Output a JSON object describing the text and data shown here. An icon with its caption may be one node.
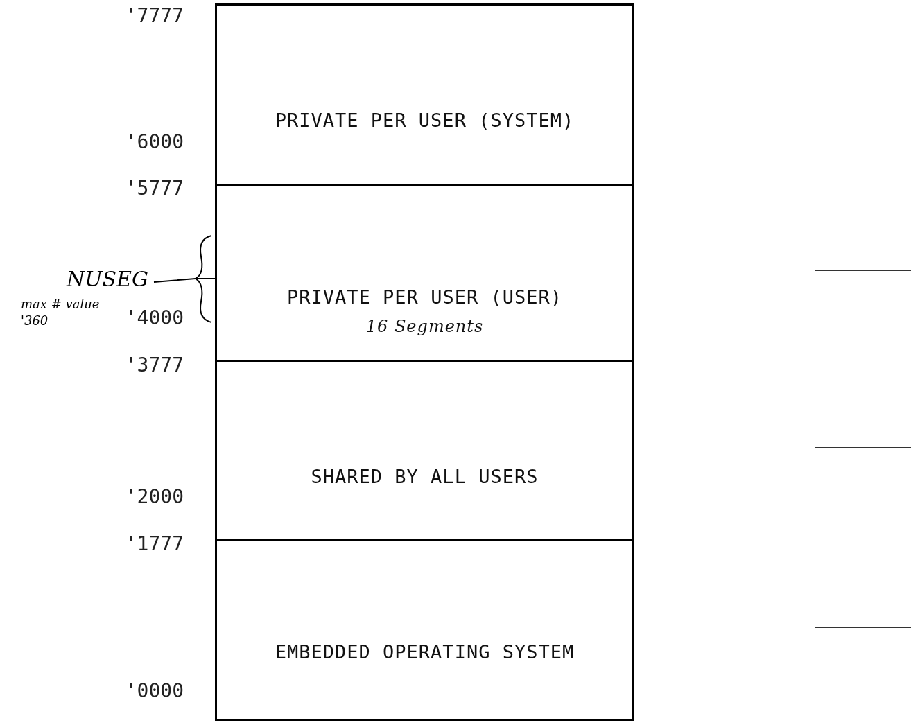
{
  "diagram": {
    "nodes": [
      {
        "text": [
          "PRIVATE PER USER (SYSTEM)"
        ]
      },
      {
        "text": [
          "PRIVATE PER USER (USER)",
          "16 Segments"
        ]
      },
      {
        "text": [
          "SHARED BY ALL USERS"
        ]
      },
      {
        "text": [
          "EMBEDDED OPERATING SYSTEM"
        ]
      },
      {
        "text": [
          "NUSEG"
        ],
        "beside": [
          "max # value '360"
        ]
      }
    ],
    "edges": [
      {
        "from": 4,
        "to": 1,
        "arrow": "none"
      }
    ],
    "labels": [
      "'7777",
      "'6000",
      "'5777",
      "'4000",
      "'3777",
      "'2000",
      "'1777",
      "'0000"
    ]
  }
}
